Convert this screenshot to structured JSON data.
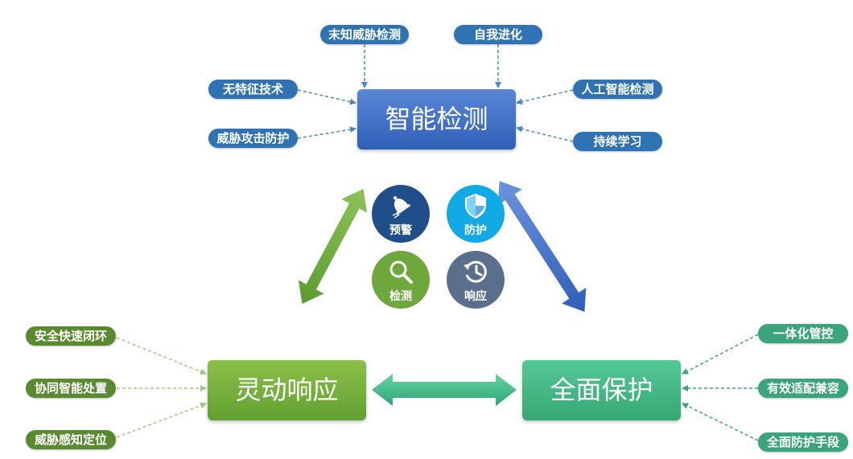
{
  "core": {
    "detection": "智能检测",
    "response": "灵动响应",
    "protection": "全面保护"
  },
  "detection_features": {
    "top_left": "末知威胁检测",
    "top_right": "自我进化",
    "left_1": "无特征技术",
    "left_2": "威胁攻击防护",
    "right_1": "人工智能检测",
    "right_2": "持续学习"
  },
  "response_features": [
    "安全快速闭环",
    "协同智能处置",
    "威胁感知定位"
  ],
  "protection_features": [
    "一体化管控",
    "有效适配兼容",
    "全面防护手段"
  ],
  "center_icons": [
    {
      "label": "预警",
      "icon": "alarm-icon",
      "color": "#1f4e8a"
    },
    {
      "label": "防护",
      "icon": "shield-icon",
      "color": "#11a9e6"
    },
    {
      "label": "检测",
      "icon": "magnifier-icon",
      "color": "#6ea83c"
    },
    {
      "label": "响应",
      "icon": "history-clock-icon",
      "color": "#5a6f8c"
    }
  ],
  "colors": {
    "blue": "#2f73b5",
    "green": "#5a8a30",
    "teal": "#3aa57a"
  }
}
